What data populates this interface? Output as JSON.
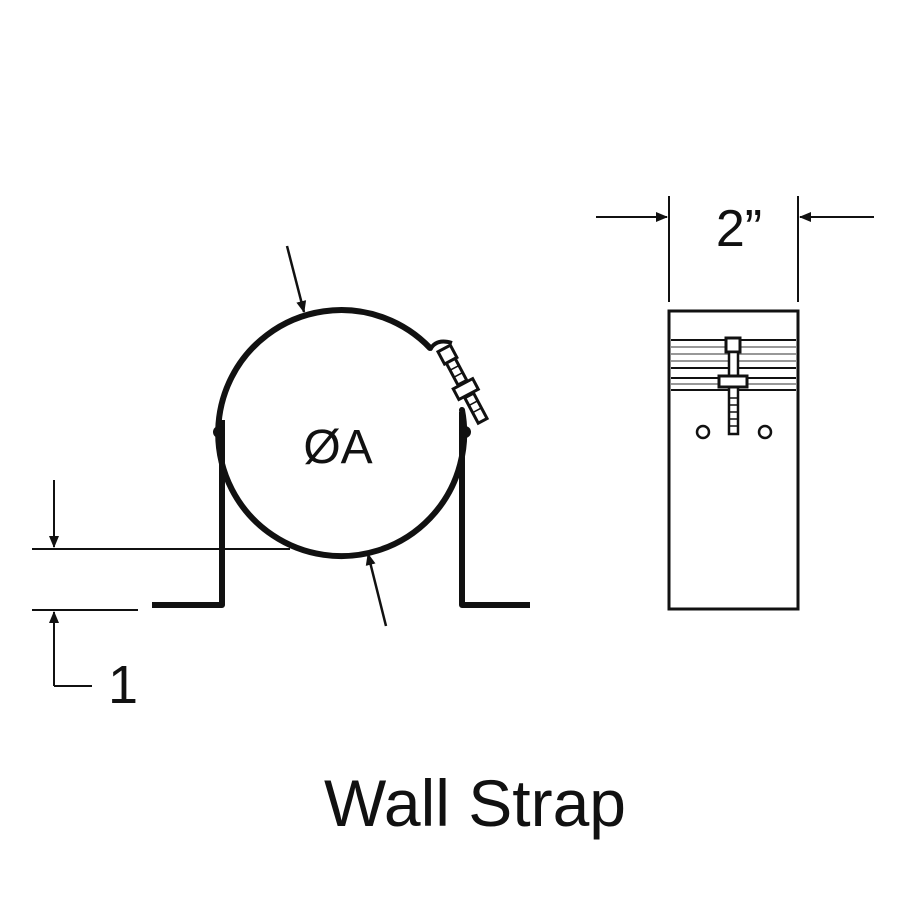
{
  "diagram": {
    "title": "Wall Strap",
    "labels": {
      "diameter": "ØA",
      "width": "2”",
      "offset": "1"
    },
    "colors": {
      "line": "#111111",
      "hatch": "#777777",
      "background": "#ffffff"
    }
  }
}
